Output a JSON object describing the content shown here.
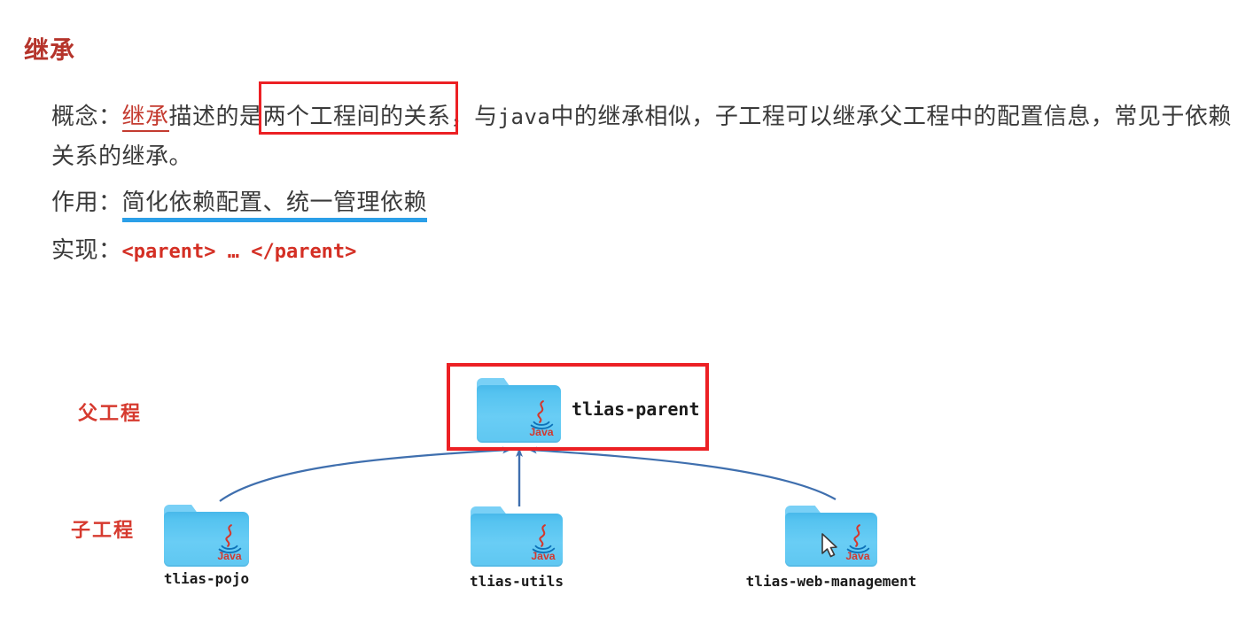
{
  "title": "继承",
  "bullets": {
    "concept": {
      "label": "概念：",
      "term": "继承",
      "after_term": "描述的是",
      "boxed": "两个工程间的关系",
      "rest_pre": "，与",
      "code_word": "java",
      "rest_post": "中的继承相似，子工程可以继承父工程中的配置信息，常见于依赖",
      "line2": "关系的继承。"
    },
    "purpose": {
      "label": "作用：",
      "text": "简化依赖配置、统一管理依赖"
    },
    "impl": {
      "label": "实现：",
      "code": "<parent> … </parent>"
    }
  },
  "diagram": {
    "parent_row_label": "父工程",
    "children_row_label": "子工程",
    "parent": "tlias-parent",
    "children": [
      "tlias-pojo",
      "tlias-utils",
      "tlias-web-management"
    ],
    "folder_logo_text": "Java"
  },
  "colors": {
    "title_red": "#b5342b",
    "label_red": "#d63a2f",
    "term_red": "#c43b30",
    "code_red": "#d42f24",
    "box_red": "#ec2024",
    "underline_blue": "#2b9fe8",
    "arrow_blue": "#3f6fae",
    "folder_blue": "#5fc7f1",
    "java_logo_red": "#d3382e",
    "java_logo_blue": "#0d72b8",
    "text_dark": "#3a3a3a"
  }
}
